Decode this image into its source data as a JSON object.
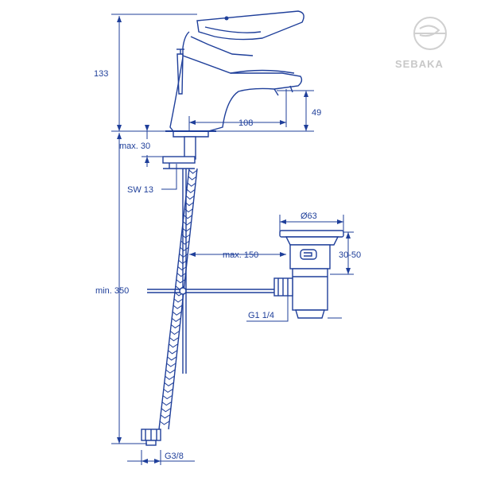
{
  "dimensions": {
    "height_total": "133",
    "spout_reach": "108",
    "spout_height": "49",
    "max_30": "max. 30",
    "wrench": "SW 13",
    "waste_diameter": "Ø63",
    "max_150": "max. 150",
    "min_350": "min. 350",
    "adjust_range": "30-50",
    "thread_waste": "G1 1/4",
    "thread_hose": "G3/8"
  },
  "watermark": {
    "text": "SEBAKA"
  },
  "colors": {
    "line": "#1f3f9a",
    "watermark": "#c8c8c8"
  }
}
